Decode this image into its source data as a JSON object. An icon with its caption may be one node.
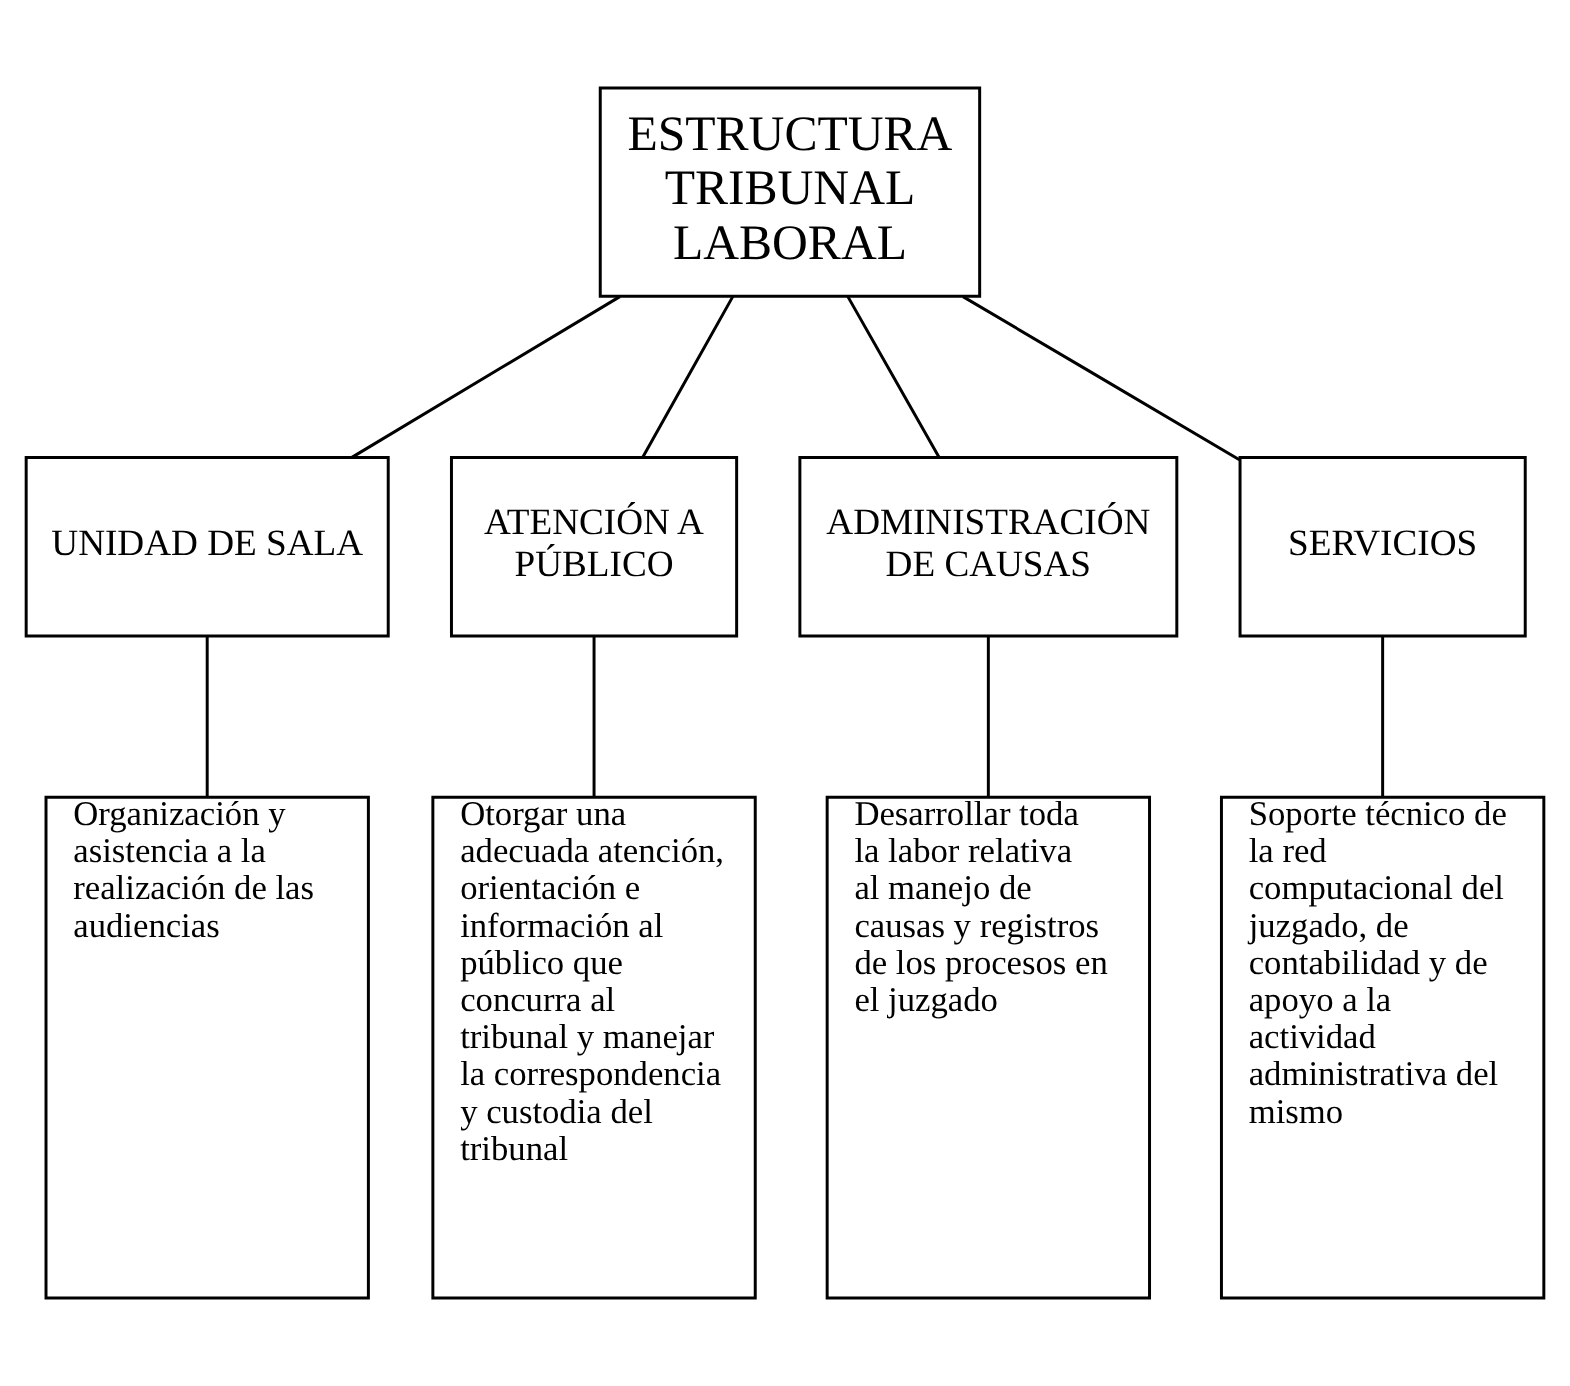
{
  "diagram": {
    "nodes": [
      {
        "text": [
          "ESTRUCTURA TRIBUNAL LABORAL"
        ]
      },
      {
        "text": [
          "UNIDAD DE SALA"
        ]
      },
      {
        "text": [
          "ATENCIÓN A PÚBLICO"
        ]
      },
      {
        "text": [
          "ADMINISTRACIÓN DE CAUSAS"
        ]
      },
      {
        "text": [
          "SERVICIOS"
        ]
      },
      {
        "text": [
          "Organización y asistencia a la realización de las audiencias"
        ]
      },
      {
        "text": [
          "Otorgar una adecuada atención, orientación e información al público que concurra al tribunal y manejar la correspondencia y custodia del tribunal"
        ]
      },
      {
        "text": [
          "Desarrollar toda la labor relativa al manejo de causas y registros de los procesos en el juzgado"
        ]
      },
      {
        "text": [
          "Soporte técnico de la red computacional del juzgado, de contabilidad y de apoyo a la actividad administrativa del mismo"
        ]
      }
    ],
    "edges": [
      {
        "from": 0,
        "to": 1,
        "arrow": "none"
      },
      {
        "from": 0,
        "to": 2,
        "arrow": "none"
      },
      {
        "from": 0,
        "to": 3,
        "arrow": "none"
      },
      {
        "from": 0,
        "to": 4,
        "arrow": "none"
      },
      {
        "from": 1,
        "to": 5,
        "arrow": "none"
      },
      {
        "from": 2,
        "to": 6,
        "arrow": "none"
      },
      {
        "from": 3,
        "to": 7,
        "arrow": "none"
      },
      {
        "from": 4,
        "to": 8,
        "arrow": "none"
      }
    ]
  }
}
